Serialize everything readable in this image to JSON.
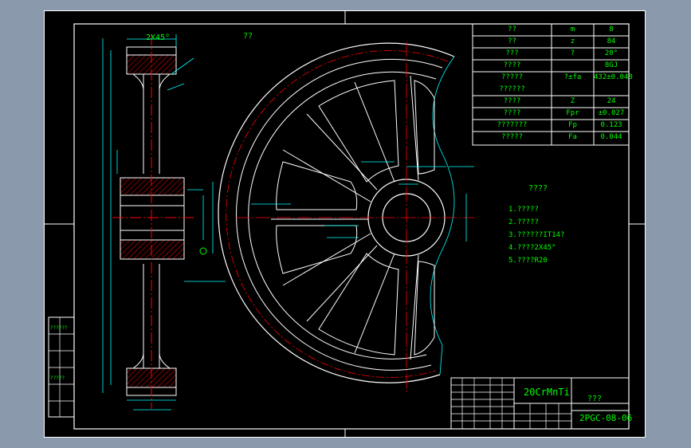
{
  "colors": {
    "frame": "#ffffff",
    "outline": "#ffffff",
    "dimension": "#00ffff",
    "text": "#00ff00",
    "centerline": "#ff0000",
    "hatch": "#ff0000",
    "sheet": "#000000",
    "annotation": "#ffff00"
  },
  "top_note": "?? ",
  "chamfer_top": "2X45°",
  "param_table": {
    "rows": [
      {
        "name": "??",
        "sym": "m",
        "val": "8"
      },
      {
        "name": "??",
        "sym": "z",
        "val": "84"
      },
      {
        "name": "???",
        "sym": "?",
        "val": "20°"
      },
      {
        "name": "????",
        "sym": "",
        "val": "8GJ"
      },
      {
        "name": "?????",
        "sym": "?±fa",
        "val": "432±0.048"
      },
      {
        "name": "??????",
        "sym": "",
        "val": ""
      },
      {
        "name": "????",
        "sym": "Z",
        "val": "24"
      },
      {
        "name": "????",
        "sym": "Fpr",
        "val": "±0.027"
      },
      {
        "name": "???????",
        "sym": "Fp",
        "val": "0.123"
      },
      {
        "name": "?????",
        "sym": "Fa",
        "val": "0.044"
      }
    ]
  },
  "tech_req": {
    "title": "????",
    "items": [
      "1.?????",
      "2.?????",
      "3.??????IT14?",
      "4.????2X45°",
      "5.????R20"
    ]
  },
  "title_block": {
    "material": "20CrMnTi",
    "part_name": "???",
    "drawing_no": "2PGC-08-06"
  },
  "left_strip": [
    "??????",
    "",
    "",
    "?????",
    "",
    ""
  ]
}
